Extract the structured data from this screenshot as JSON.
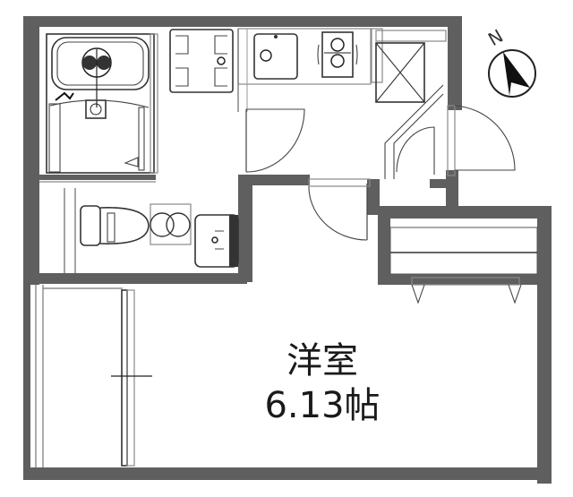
{
  "floor_plan": {
    "main_room": {
      "name": "洋室",
      "area": "6.13帖"
    },
    "compass": {
      "label": "N",
      "icon": "north-arrow-icon"
    },
    "fixtures": [
      {
        "name": "unit-bath",
        "icon": "bathtub-icon"
      },
      {
        "name": "washing-machine-space",
        "icon": "washer-pan-icon"
      },
      {
        "name": "kitchen-sink",
        "icon": "sink-icon"
      },
      {
        "name": "gas-stove",
        "icon": "stove-icon"
      },
      {
        "name": "refrigerator-space",
        "icon": "refrigerator-icon"
      },
      {
        "name": "toilet",
        "icon": "toilet-icon"
      },
      {
        "name": "washbasin",
        "icon": "washbasin-icon"
      },
      {
        "name": "closet",
        "icon": "closet-icon"
      },
      {
        "name": "entrance-door",
        "icon": "door-swing-icon"
      },
      {
        "name": "balcony-window",
        "icon": "sliding-window-icon"
      }
    ],
    "colors": {
      "wall": "#5f5f5f",
      "line": "#333333",
      "background": "#ffffff"
    }
  }
}
